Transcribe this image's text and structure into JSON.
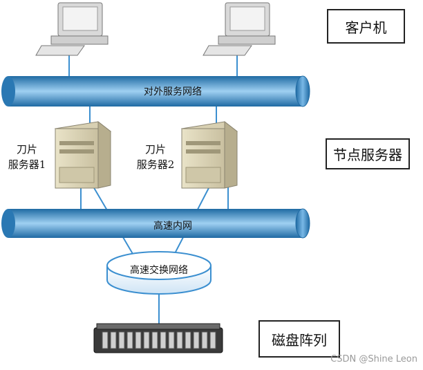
{
  "labels": {
    "client": "客户机",
    "node_server": "节点服务器",
    "disk_array": "磁盘阵列"
  },
  "servers": [
    {
      "line1": "刀片",
      "line2": "服务器1"
    },
    {
      "line1": "刀片",
      "line2": "服务器2"
    }
  ],
  "networks": {
    "external": "对外服务网络",
    "internal": "高速内网",
    "switch": "高速交换网络"
  },
  "watermark": "CSDN @Shine Leon",
  "colors": {
    "bus": "#4a9cd6",
    "bus_dark": "#1f6aa3",
    "line": "#3b8fd0",
    "box_border": "#222222"
  }
}
